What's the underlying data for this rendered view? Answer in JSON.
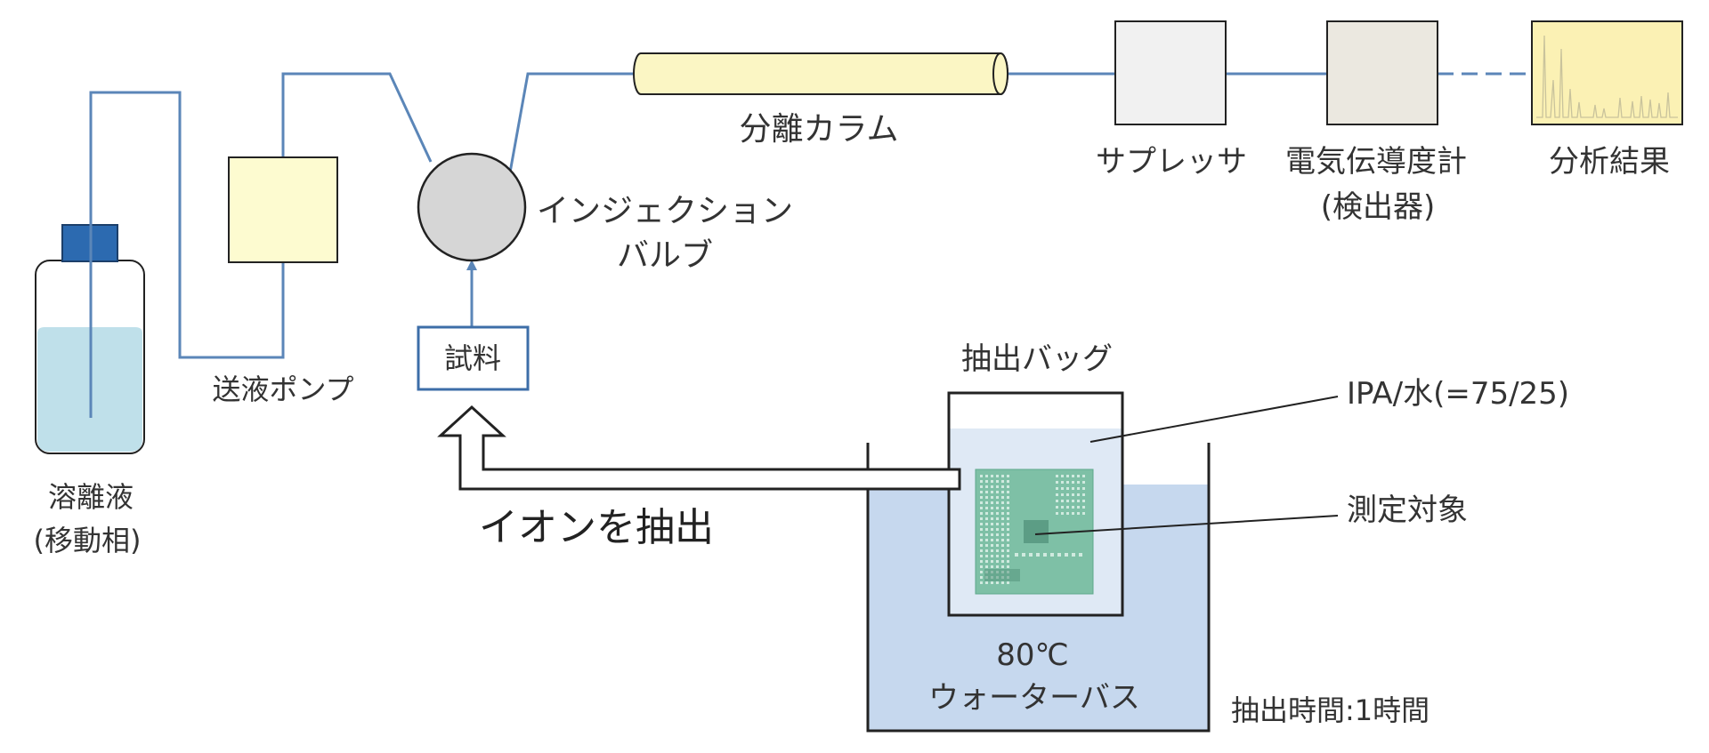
{
  "labels": {
    "eluent_line1": "溶離液",
    "eluent_line2": "(移動相)",
    "pump": "送液ポンプ",
    "sample": "試料",
    "injection_line1": "インジェクション",
    "injection_line2": "バルブ",
    "column": "分離カラム",
    "suppressor": "サプレッサ",
    "detector_line1": "電気伝導度計",
    "detector_line2": "(検出器)",
    "results": "分析結果",
    "extraction_bag": "抽出バッグ",
    "solvent": "IPA/水(=75/25)",
    "target": "測定対象",
    "ion_extraction": "イオンを抽出",
    "temperature": "80℃",
    "water_bath": "ウォーターバス",
    "extraction_time": "抽出時間:1時間"
  },
  "colors": {
    "tube": "#5b86b8",
    "pump_fill": "#fdfbd0",
    "column_fill": "#fbf6c4",
    "valve_fill": "#d6d6d6",
    "suppressor_fill": "#f1f1f1",
    "detector_fill": "#ebe8e0",
    "results_fill": "#fbf1b4",
    "cap": "#2c6ab0",
    "bottle_liquid": "#bfe0ea",
    "bath_water": "#c6d8ee",
    "bag_solution": "#dfe9f5",
    "pcb": "#7ec0a6",
    "arrow_outline": "#222222"
  },
  "icons": {
    "bottle": "reservoir-bottle-icon",
    "valve": "injection-valve-icon",
    "column": "separation-column-icon",
    "results": "chromatogram-thumbnail-icon",
    "target": "circuit-board-icon"
  }
}
